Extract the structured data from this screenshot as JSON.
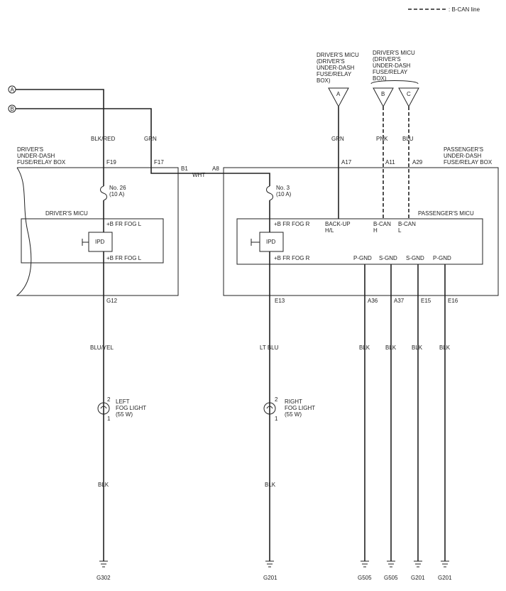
{
  "legend": {
    "dash_label": ": B-CAN line"
  },
  "inputs": {
    "a": "A",
    "b": "B"
  },
  "wires": {
    "blk_red": "BLK/RED",
    "grn_left": "GRN",
    "wht": "WHT",
    "grn_right": "GRN",
    "pnk": "PNK",
    "blu": "BLU",
    "blu_yel": "BLU/YEL",
    "lt_blu": "LT BLU",
    "blk": "BLK"
  },
  "driver_box": {
    "title_lines": [
      "DRIVER'S",
      "UNDER-DASH",
      "FUSE/RELAY BOX"
    ],
    "fuse_label": "No. 26",
    "fuse_rating": "(10 A)",
    "micu_label": "DRIVER'S MICU",
    "pins": {
      "f19": "F19",
      "f17": "F17",
      "b1": "B1",
      "g12": "G12"
    },
    "fog_top": "+B FR FOG L",
    "fog_bottom": "+B FR FOG L",
    "ipd": "IPD"
  },
  "passenger_box": {
    "title_lines": [
      "PASSENGER'S",
      "UNDER-DASH",
      "FUSE/RELAY BOX"
    ],
    "fuse_label": "No. 3",
    "fuse_rating": "(10 A)",
    "micu_label": "PASSENGER'S MICU",
    "pins": {
      "a8": "A8",
      "a17": "A17",
      "a11": "A11",
      "a29": "A29",
      "e13": "E13",
      "a36": "A36",
      "a37": "A37",
      "e15": "E15",
      "e16": "E16"
    },
    "fog_top": "+B FR FOG R",
    "fog_bottom": "+B FR FOG R",
    "ipd": "IPD",
    "backup_1": "BACK-UP",
    "backup_2": "H/L",
    "bcan_h_1": "B-CAN",
    "bcan_h_2": "H",
    "bcan_l_1": "B-CAN",
    "bcan_l_2": "L",
    "pgnd1": "P-GND",
    "sgnd1": "S-GND",
    "sgnd2": "S-GND",
    "pgnd2": "P-GND"
  },
  "micu_ref_a": {
    "lines": [
      "DRIVER'S MICU",
      "(DRIVER'S",
      "UNDER-DASH",
      "FUSE/RELAY",
      "BOX)"
    ],
    "connector": "A"
  },
  "micu_ref_bc": {
    "lines": [
      "DRIVER'S MICU",
      "(DRIVER'S",
      "UNDER-DASH",
      "FUSE/RELAY",
      "BOX)"
    ],
    "connector_b": "B",
    "connector_c": "C"
  },
  "left_fog": {
    "lines": [
      "LEFT",
      "FOG LIGHT",
      "(55 W)"
    ],
    "pin_top": "2",
    "pin_bottom": "1"
  },
  "right_fog": {
    "lines": [
      "RIGHT",
      "FOG LIGHT",
      "(55 W)"
    ],
    "pin_top": "2",
    "pin_bottom": "1"
  },
  "grounds": {
    "g302": "G302",
    "g201a": "G201",
    "g505a": "G505",
    "g505b": "G505",
    "g201b": "G201",
    "g201c": "G201"
  }
}
